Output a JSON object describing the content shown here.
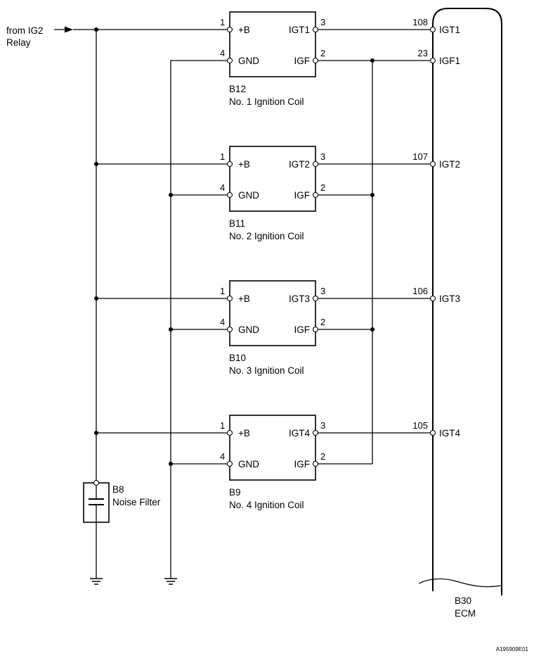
{
  "source": {
    "label_line1": "from IG2",
    "label_line2": "Relay"
  },
  "coils": [
    {
      "id": "B12",
      "name": "No. 1 Ignition Coil",
      "pin_b": "+B",
      "pin_gnd": "GND",
      "pin_igt": "IGT1",
      "pin_igf": "IGF",
      "num_b": "1",
      "num_gnd": "4",
      "num_igt": "3",
      "num_igf": "2"
    },
    {
      "id": "B11",
      "name": "No. 2 Ignition Coil",
      "pin_b": "+B",
      "pin_gnd": "GND",
      "pin_igt": "IGT2",
      "pin_igf": "IGF",
      "num_b": "1",
      "num_gnd": "4",
      "num_igt": "3",
      "num_igf": "2"
    },
    {
      "id": "B10",
      "name": "No. 3 Ignition Coil",
      "pin_b": "+B",
      "pin_gnd": "GND",
      "pin_igt": "IGT3",
      "pin_igf": "IGF",
      "num_b": "1",
      "num_gnd": "4",
      "num_igt": "3",
      "num_igf": "2"
    },
    {
      "id": "B9",
      "name": "No. 4 Ignition Coil",
      "pin_b": "+B",
      "pin_gnd": "GND",
      "pin_igt": "IGT4",
      "pin_igf": "IGF",
      "num_b": "1",
      "num_gnd": "4",
      "num_igt": "3",
      "num_igf": "2"
    }
  ],
  "ecm": {
    "id": "B30",
    "name": "ECM",
    "terminals": [
      {
        "num": "108",
        "name": "IGT1"
      },
      {
        "num": "23",
        "name": "IGF1"
      },
      {
        "num": "107",
        "name": "IGT2"
      },
      {
        "num": "106",
        "name": "IGT3"
      },
      {
        "num": "105",
        "name": "IGT4"
      }
    ]
  },
  "noise_filter": {
    "id": "B8",
    "name": "Noise Filter"
  },
  "figure_code": "A195909E01"
}
